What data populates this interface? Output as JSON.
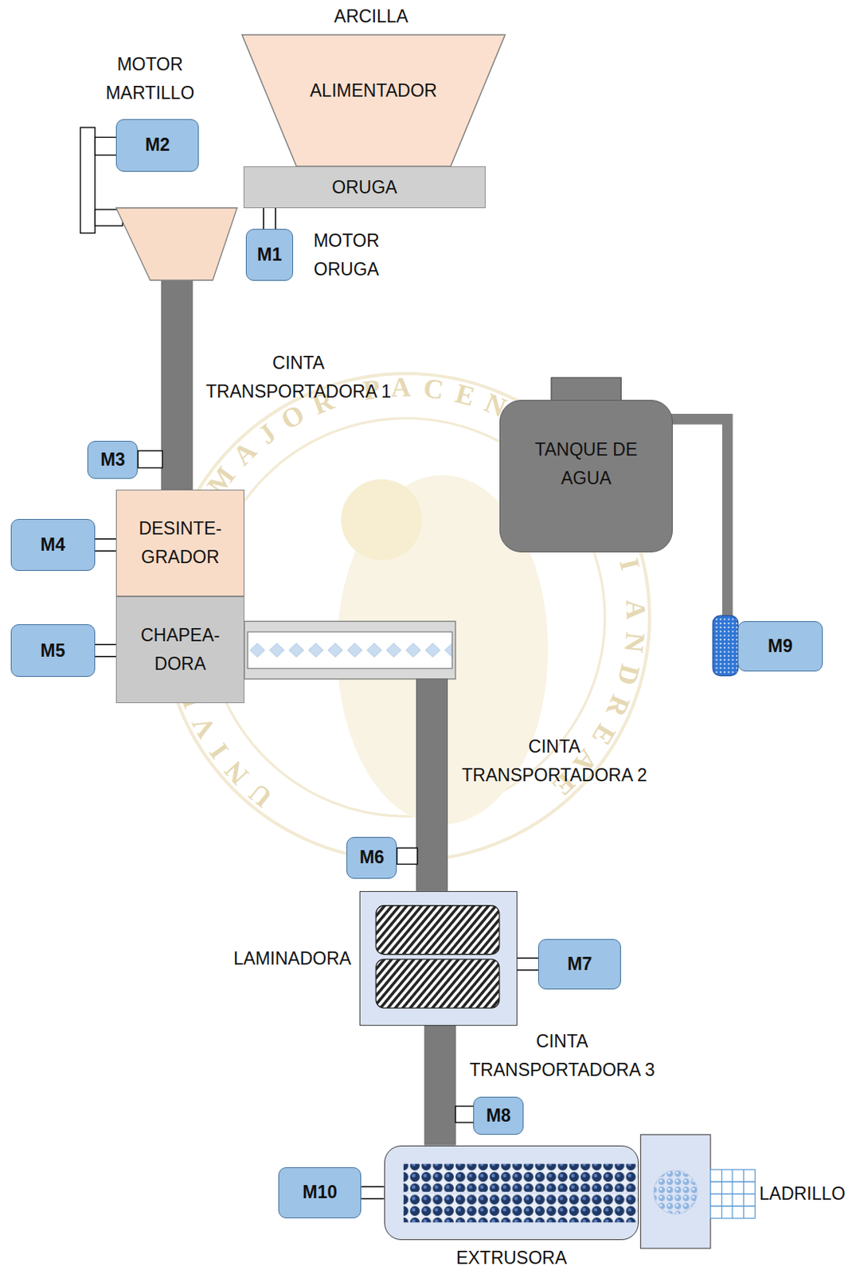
{
  "diagram": {
    "nodes": [
      {
        "text": [
          "ALIMENTADOR"
        ]
      },
      {
        "text": [
          "M2"
        ]
      },
      {
        "text": [
          "ORUGA"
        ]
      },
      {
        "text": [
          "M1"
        ]
      },
      {
        "text": [
          "M3"
        ]
      },
      {
        "text": [
          "TANQUE DE AGUA"
        ]
      },
      {
        "text": [
          "M4"
        ]
      },
      {
        "text": [
          "DESINTE- GRADOR"
        ]
      },
      {
        "text": [
          "M5"
        ]
      },
      {
        "text": [
          "CHAPEA- DORA"
        ]
      },
      {
        "text": [
          "M9"
        ]
      },
      {
        "text": [
          "M6"
        ]
      },
      {
        "text": [
          "LAMINADORA"
        ]
      },
      {
        "text": [
          "M7"
        ]
      },
      {
        "text": [
          "M8"
        ]
      },
      {
        "text": [
          "M10"
        ]
      },
      {
        "text": [
          "EXTRUSORA"
        ]
      }
    ],
    "edges": [
      {
        "from": 3,
        "to": 2,
        "arrow": "none"
      },
      {
        "from": 6,
        "to": 7,
        "arrow": "none"
      },
      {
        "from": 8,
        "to": 9,
        "arrow": "none"
      },
      {
        "from": 13,
        "to": 12,
        "arrow": "none"
      },
      {
        "from": 15,
        "to": 16,
        "arrow": "none"
      }
    ],
    "labels": [
      "ARCILLA",
      "MOTOR MARTILLO",
      "MOTOR ORUGA",
      "CINTA TRANSPORTADORA 1",
      "CINTA TRANSPORTADORA 2",
      "CINTA TRANSPORTADORA 3",
      "LADRILLO",
      "UNIVERSITAS MAJOR PACENSIS DIVI ANDREAE"
    ]
  }
}
